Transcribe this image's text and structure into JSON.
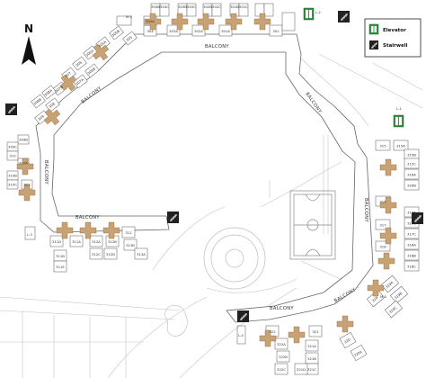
{
  "compass": {
    "letter": "N"
  },
  "legend": {
    "elevator_label": "Elevator",
    "stairwell_label": "Stairwell",
    "elevator_color": "#2e9a3e"
  },
  "colors": {
    "corridor": "#ffffff",
    "outline": "#555555",
    "core": "#c8a273",
    "background": "#ffffff",
    "ground": "#bbbbbb"
  },
  "balcony_label": "BALCONY",
  "elevator_labels": {
    "top": "L-2",
    "right": "L-1",
    "left": "L-3",
    "bottom": "L-4"
  },
  "rooms": {
    "north": [
      "304B",
      "304C",
      "303B",
      "303C",
      "302B",
      "302C",
      "301B",
      "301C",
      "304",
      "303A",
      "302A",
      "301A",
      "304A",
      "301"
    ],
    "west": [
      "305",
      "305B",
      "305A",
      "306A",
      "306",
      "306B",
      "307",
      "307A",
      "307B",
      "308A",
      "308B",
      "308",
      "309",
      "309B",
      "309C",
      "310",
      "310A",
      "310B",
      "310C",
      "311"
    ],
    "south_west": [
      "311D",
      "311A",
      "312A",
      "312B",
      "312",
      "313B",
      "313A",
      "311B",
      "311E",
      "312C",
      "312D"
    ],
    "east": [
      "315",
      "315A",
      "315B",
      "315C",
      "316A",
      "316B",
      "316",
      "317",
      "317A",
      "317B",
      "317C",
      "318",
      "318A",
      "318B",
      "318C",
      "319",
      "319A",
      "319B",
      "319C"
    ],
    "south": [
      "320",
      "320A",
      "321",
      "321A",
      "322",
      "322A",
      "322B",
      "322C",
      "321B",
      "321C",
      "321D",
      "M-5"
    ]
  },
  "misc_labels": {
    "m3": "M-3"
  }
}
